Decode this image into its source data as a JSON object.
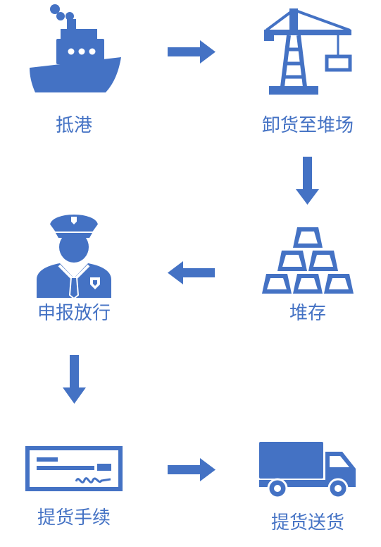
{
  "colors": {
    "accent": "#4472C4",
    "background": "#FFFFFF"
  },
  "steps": [
    {
      "label": "抵港",
      "icon": "ship-icon"
    },
    {
      "label": "卸货至堆场",
      "icon": "crane-icon"
    },
    {
      "label": "堆存",
      "icon": "gold-bars-icon"
    },
    {
      "label": "申报放行",
      "icon": "customs-officer-icon"
    },
    {
      "label": "提货手续",
      "icon": "check-document-icon"
    },
    {
      "label": "提货送货",
      "icon": "delivery-truck-icon"
    }
  ],
  "connections": [
    {
      "from": 0,
      "to": 1,
      "direction": "right"
    },
    {
      "from": 1,
      "to": 2,
      "direction": "down"
    },
    {
      "from": 2,
      "to": 3,
      "direction": "left"
    },
    {
      "from": 3,
      "to": 4,
      "direction": "down"
    },
    {
      "from": 4,
      "to": 5,
      "direction": "right"
    }
  ]
}
